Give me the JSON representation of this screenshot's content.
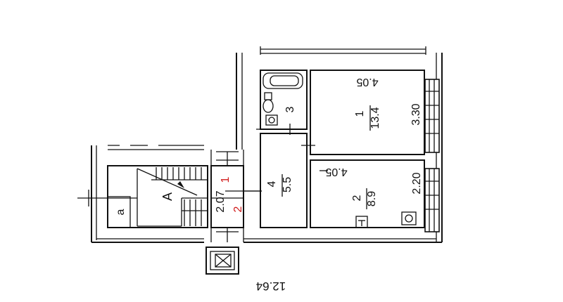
{
  "plan": {
    "rooms": [
      {
        "number": "1",
        "area": "13.4",
        "width_dim": "4.05",
        "depth_dim": "3.30"
      },
      {
        "number": "2",
        "area": "8.9",
        "width_dim": "4.05",
        "depth_dim": "2.20"
      },
      {
        "number": "3",
        "area": ""
      },
      {
        "number": "4",
        "area": "5.5"
      }
    ],
    "stair_label": "A",
    "cabinet_label": "a",
    "stair_width_dim": "2.07",
    "stair_marks": [
      "1",
      "2"
    ],
    "overall_dim": "12.64",
    "colors": {
      "lines": "#111111",
      "stair_marks": "#d01818",
      "background": "#ffffff"
    }
  }
}
